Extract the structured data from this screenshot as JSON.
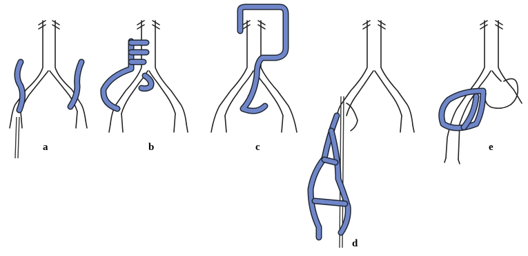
{
  "figure": {
    "panels": [
      {
        "id": "a",
        "label": "a"
      },
      {
        "id": "b",
        "label": "b"
      },
      {
        "id": "c",
        "label": "c"
      },
      {
        "id": "d",
        "label": "d"
      },
      {
        "id": "e",
        "label": "e"
      }
    ]
  },
  "colors": {
    "bypass": "#6f86c9",
    "outline": "#222222",
    "background": "#ffffff"
  }
}
